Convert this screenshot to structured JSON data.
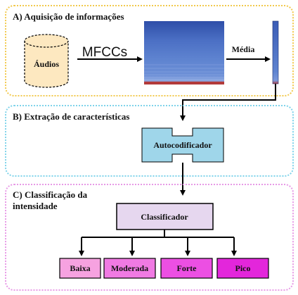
{
  "sections": {
    "a": {
      "title": "A) Aquisição de informações",
      "border_color": "#f2c94c"
    },
    "b": {
      "title": "B) Extração de características",
      "border_color": "#7fd3ea"
    },
    "c": {
      "title_line1": "C) Classificação da",
      "title_line2": "intensidade",
      "border_color": "#e79ae6"
    }
  },
  "nodes": {
    "audios": {
      "label": "Áudios",
      "fill": "#fde8c0"
    },
    "mfcc_arrow_label": "MFCCs",
    "media_arrow_label": "Média",
    "autoencoder": {
      "label": "Autocodificador",
      "fill": "#9fd6ea"
    },
    "classifier": {
      "label": "Classificador",
      "fill": "#e6d7ef"
    }
  },
  "classes": [
    {
      "label": "Baixa",
      "fill": "#f6a2e0"
    },
    {
      "label": "Moderada",
      "fill": "#f07ae3"
    },
    {
      "label": "Forte",
      "fill": "#ec4fe3"
    },
    {
      "label": "Pico",
      "fill": "#e326db"
    }
  ],
  "colors": {
    "spectrogram_main": "#5e83d0",
    "spectrogram_dark": "#2e4ea8",
    "spectrogram_bottom": "#b23a3a"
  }
}
